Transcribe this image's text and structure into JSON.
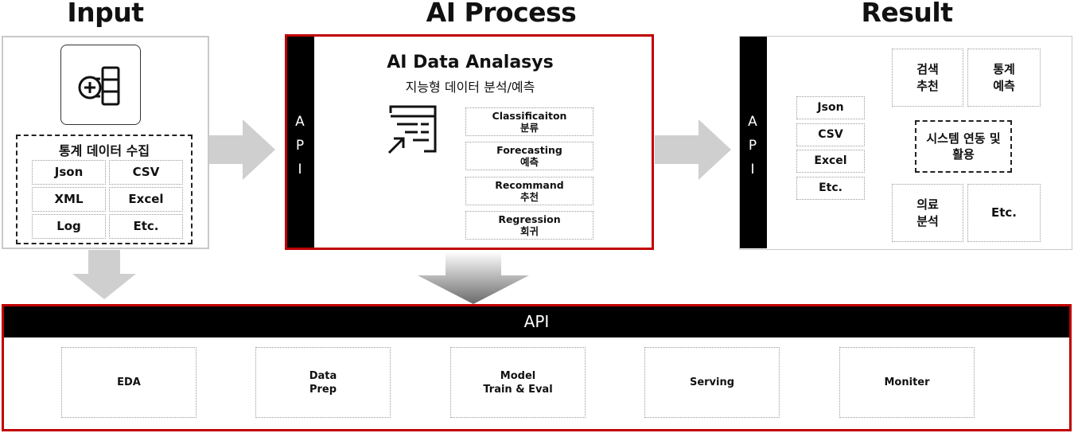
{
  "headings": {
    "input": "Input",
    "process": "AI Process",
    "result": "Result"
  },
  "input": {
    "collect_title": "통계 데이터 수집",
    "formats": [
      "Json",
      "CSV",
      "XML",
      "Excel",
      "Log",
      "Etc."
    ]
  },
  "process": {
    "api_letters": [
      "A",
      "P",
      "I"
    ],
    "title": "AI Data Analasys",
    "subtitle": "지능형 데이터 분석/예측",
    "methods": [
      {
        "en": "Classificaiton",
        "ko": "분류"
      },
      {
        "en": "Forecasting",
        "ko": "예측"
      },
      {
        "en": "Recommand",
        "ko": "추천"
      },
      {
        "en": "Regression",
        "ko": "회귀"
      }
    ]
  },
  "result": {
    "api_letters": [
      "A",
      "P",
      "I"
    ],
    "formats": [
      "Json",
      "CSV",
      "Excel",
      "Etc."
    ],
    "center": {
      "line1": "시스템 연동 및",
      "line2": "활용"
    },
    "top_boxes": [
      {
        "line1": "검색",
        "line2": "추천"
      },
      {
        "line1": "통계",
        "line2": "예측"
      }
    ],
    "bottom_boxes": [
      {
        "line1": "의료",
        "line2": "분석"
      },
      {
        "line1": "Etc.",
        "line2": ""
      }
    ]
  },
  "pipeline": {
    "api_label": "API",
    "steps": [
      {
        "line1": "EDA",
        "line2": ""
      },
      {
        "line1": "Data",
        "line2": "Prep"
      },
      {
        "line1": "Model",
        "line2": "Train & Eval"
      },
      {
        "line1": "Serving",
        "line2": ""
      },
      {
        "line1": "Moniter",
        "line2": ""
      }
    ]
  },
  "colors": {
    "accent_red": "#c00000",
    "arrow_gray": "#cfcfcf",
    "bar_black": "#000000"
  }
}
